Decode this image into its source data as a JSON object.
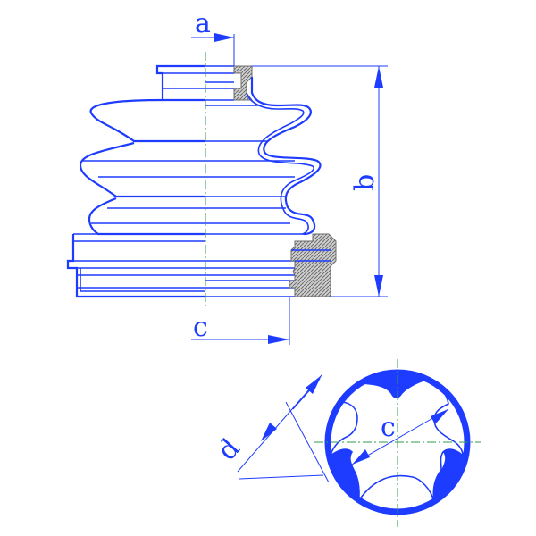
{
  "labels": {
    "a": "a",
    "b": "b",
    "c_side": "c",
    "c_section": "c",
    "d": "d"
  },
  "colors": {
    "outline": "#1e3cff",
    "center_line": "#2f9e52",
    "hatch": "#8a8a8a"
  }
}
